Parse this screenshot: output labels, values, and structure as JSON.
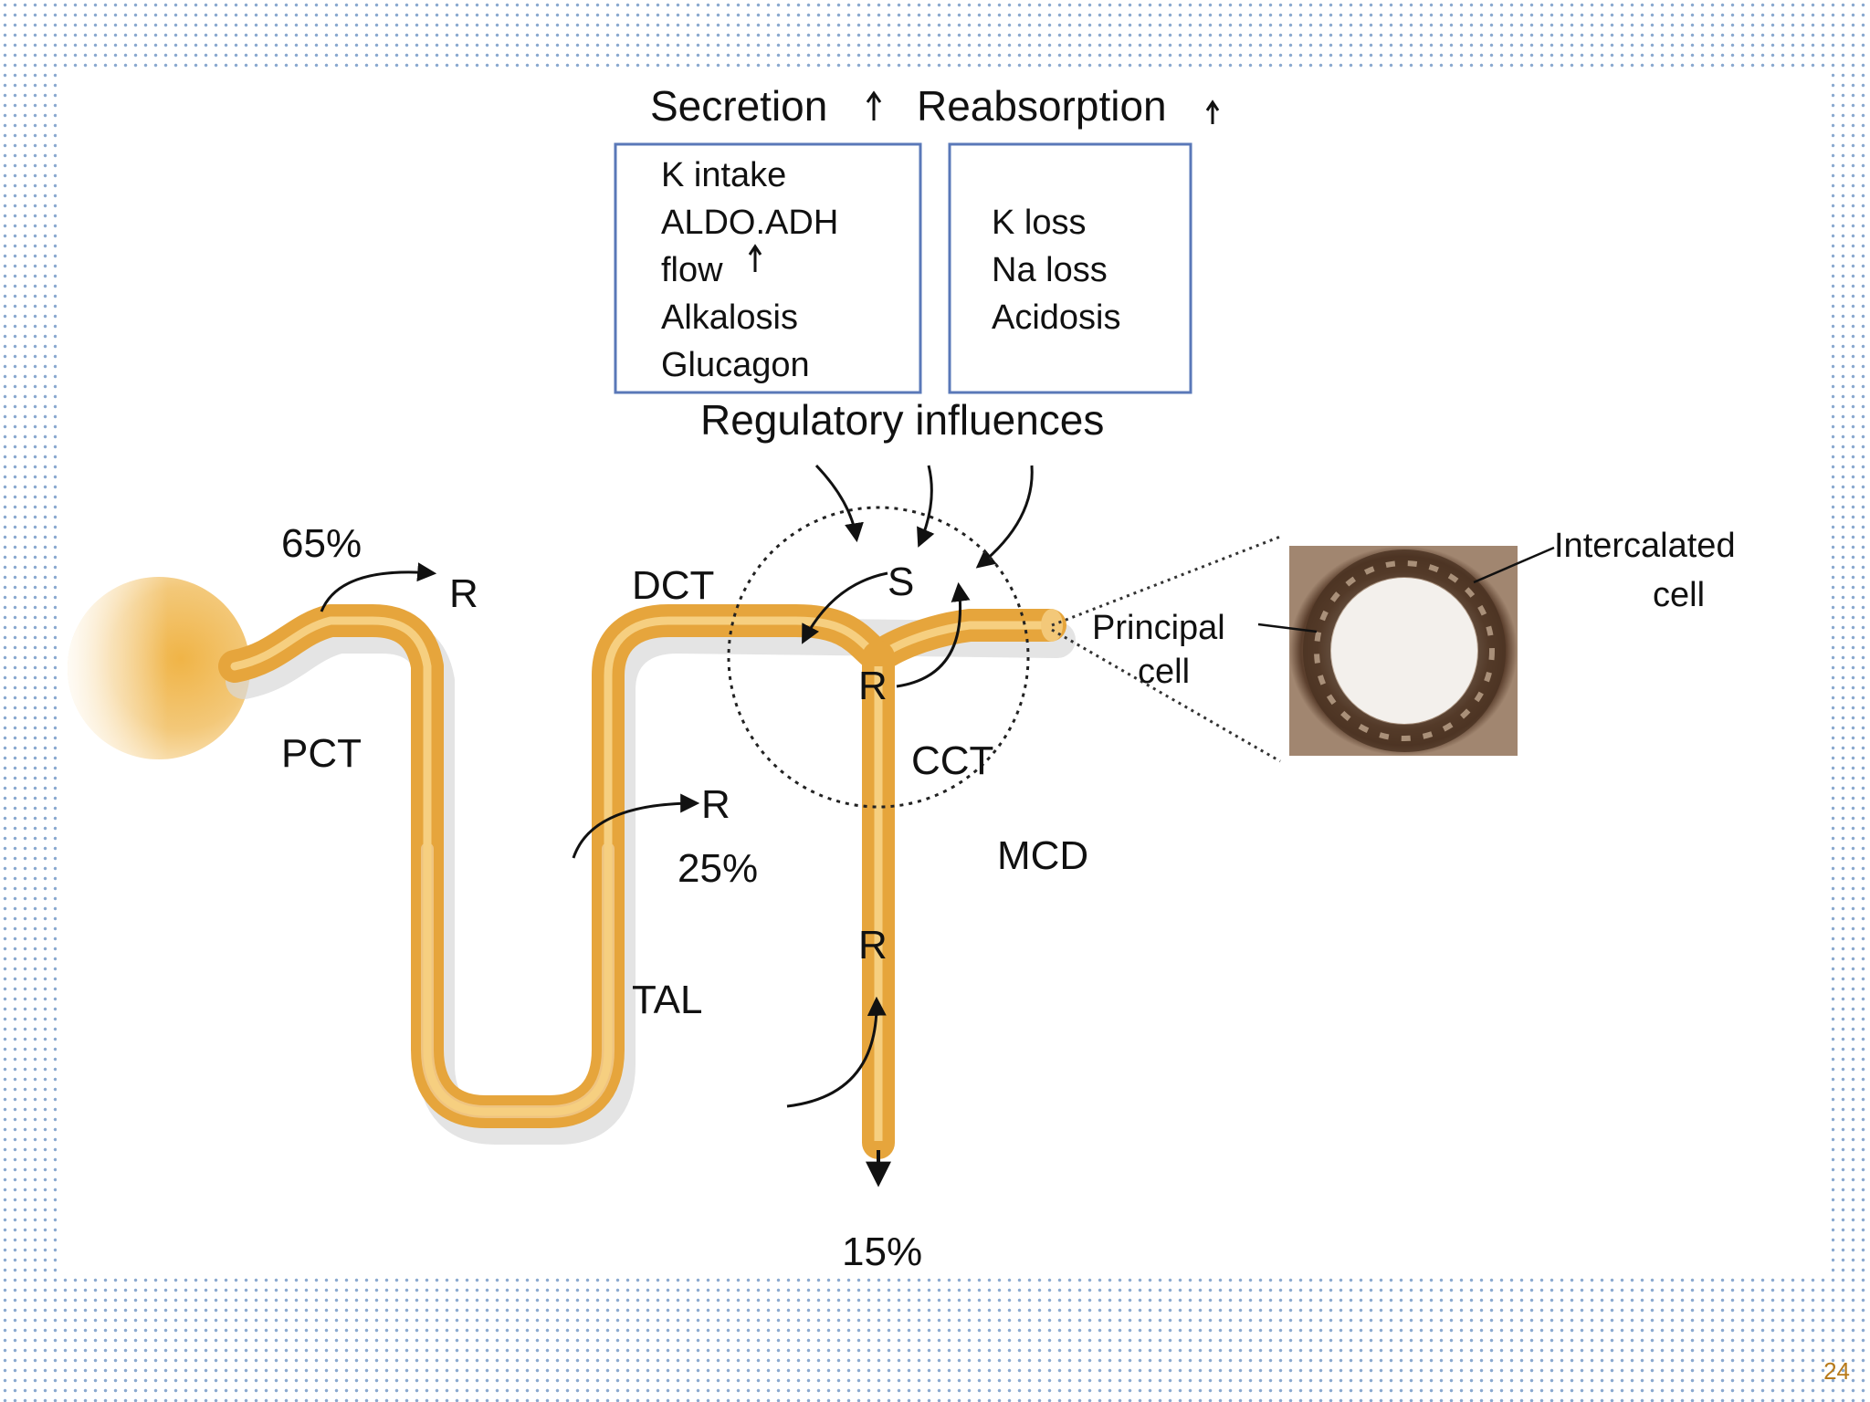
{
  "headers": {
    "secretion": "Secretion",
    "reabsorption": "Reabsorption"
  },
  "secretion_box": {
    "items": [
      "K intake",
      "ALDO.ADH",
      "flow",
      "Alkalosis",
      "Glucagon"
    ]
  },
  "reabsorption_box": {
    "items": [
      "K loss",
      "Na loss",
      "Acidosis"
    ]
  },
  "regulatory_label": "Regulatory influences",
  "segments": {
    "pct": "PCT",
    "dct": "DCT",
    "tal": "TAL",
    "cct": "CCT",
    "mcd": "MCD"
  },
  "percentages": {
    "pct": "65%",
    "tal": "25%",
    "urine": "15%"
  },
  "markers": {
    "reabsorption": "R",
    "secretion": "S"
  },
  "cells": {
    "principal_line1": "Principal",
    "principal_line2": "cell",
    "intercalated_line1": "Intercalated",
    "intercalated_line2": "cell"
  },
  "page_number": "24",
  "colors": {
    "tubule": "#e6a53c",
    "tubule_highlight": "#f6cf80",
    "box_border": "#5a78b8"
  }
}
